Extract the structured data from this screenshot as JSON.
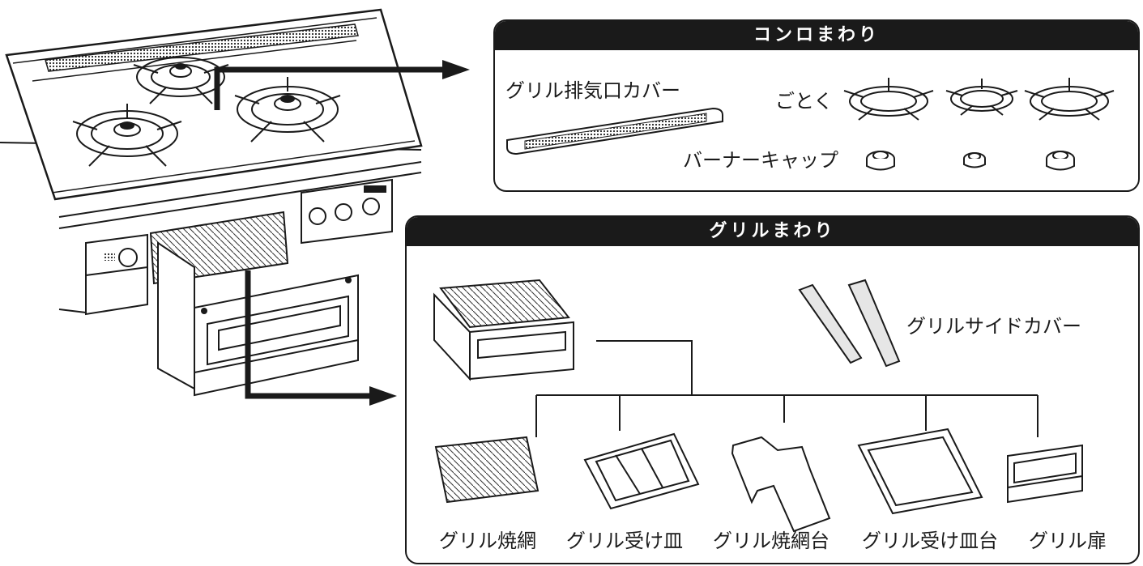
{
  "konro_section": {
    "title": "コンロまわり",
    "parts": {
      "exhaust_cover": "グリル排気口カバー",
      "trivets": "ごとく",
      "burner_caps": "バーナーキャップ"
    }
  },
  "grill_section": {
    "title": "グリルまわり",
    "parts": {
      "side_cover": "グリルサイドカバー",
      "grill_net": "グリル焼網",
      "drip_pan": "グリル受け皿",
      "net_stand": "グリル焼網台",
      "pan_stand": "グリル受け皿台",
      "door": "グリル扉"
    }
  }
}
